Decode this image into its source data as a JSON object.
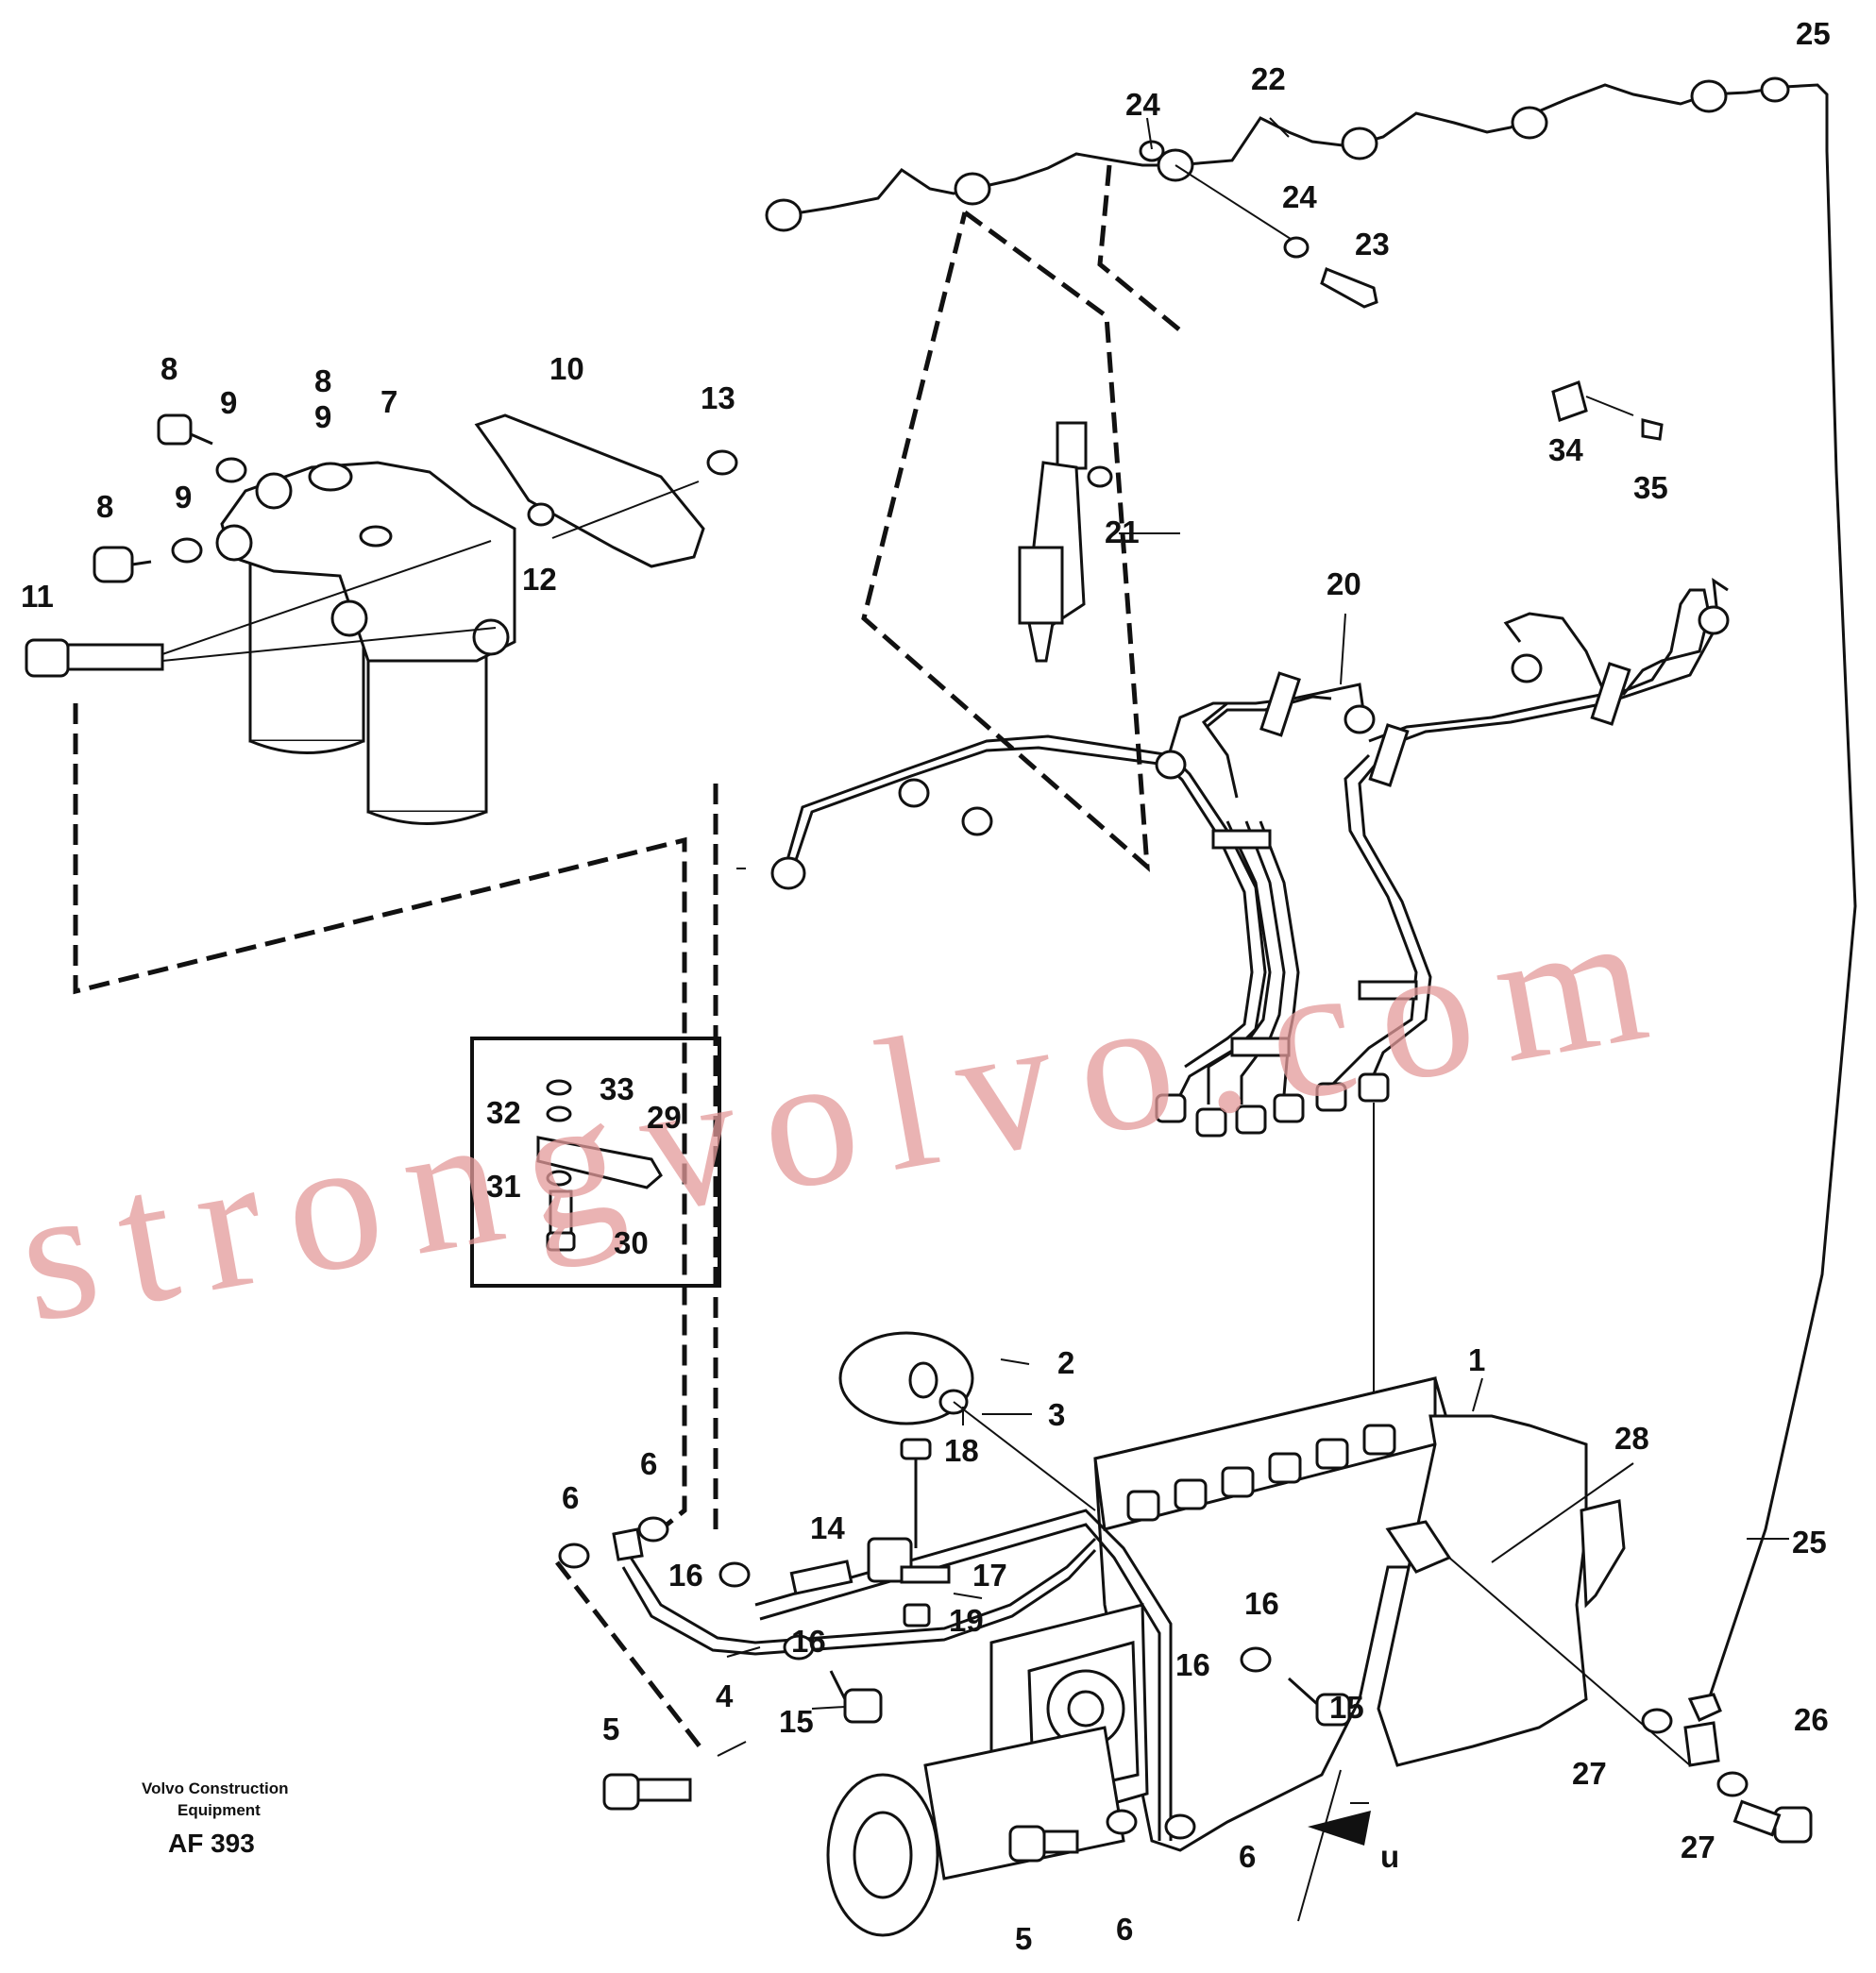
{
  "footer": {
    "company_line1": "Volvo Construction",
    "company_line2": "Equipment",
    "figure_code": "AF 393"
  },
  "watermark": {
    "text": "strongvolvo.com"
  },
  "callouts": {
    "n1": "1",
    "n2": "2",
    "n3": "3",
    "n4": "4",
    "n5a": "5",
    "n5b": "5",
    "n6a": "6",
    "n6b": "6",
    "n6c": "6",
    "n6d": "6",
    "n7": "7",
    "n8a": "8",
    "n8b": "8",
    "n8c": "8",
    "n9a": "9",
    "n9b": "9",
    "n9c": "9",
    "n10": "10",
    "n11": "11",
    "n12": "12",
    "n13": "13",
    "n14": "14",
    "n15a": "15",
    "n15b": "15",
    "n16a": "16",
    "n16b": "16",
    "n16c": "16",
    "n16d": "16",
    "n17": "17",
    "n18": "18",
    "n19": "19",
    "n20": "20",
    "n21": "21",
    "n22": "22",
    "n23": "23",
    "n24a": "24",
    "n24b": "24",
    "n25a": "25",
    "n25b": "25",
    "n26": "26",
    "n27a": "27",
    "n27b": "27",
    "n28": "28",
    "n29": "29",
    "n30": "30",
    "n31": "31",
    "n32": "32",
    "n33": "33",
    "n34": "34",
    "n35": "35",
    "view_u": "u"
  }
}
